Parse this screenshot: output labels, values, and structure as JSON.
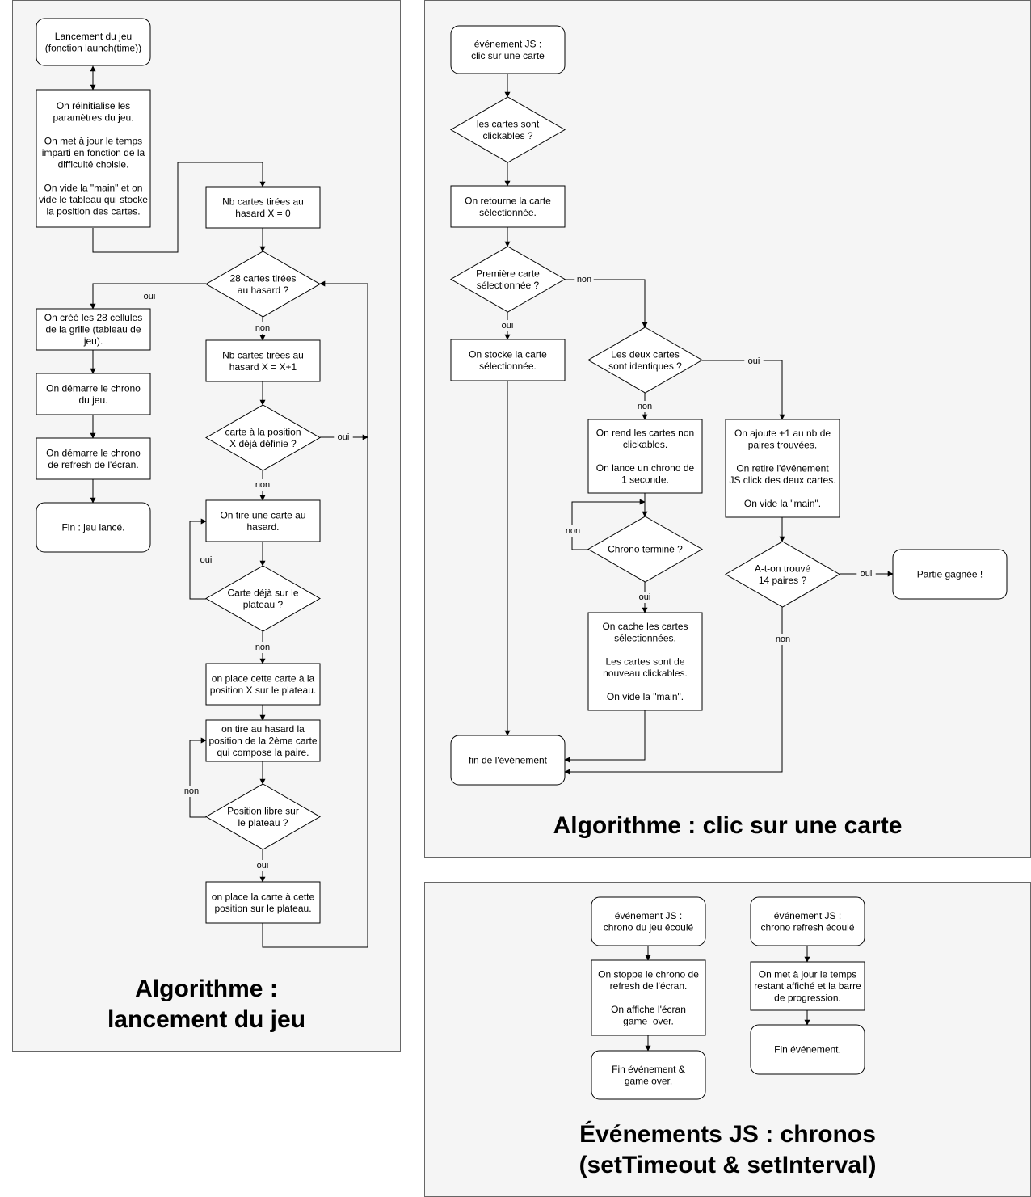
{
  "panels": {
    "launch": {
      "title": "Algorithme :\nlancement du jeu",
      "nodes": {
        "start": "Lancement du jeu\n(fonction launch(time))",
        "reinit": "On réinitialise les\nparamètres du jeu.\n\nOn met à jour le temps\nimparti en fonction de la\ndifficulté choisie.\n\nOn vide la \"main\" et on\nvide le tableau qui stocke\nla position des cartes.",
        "x0": "Nb cartes tirées au\nhasard X = 0",
        "d28": "28 cartes tirées\nau hasard ?",
        "create": "On créé les 28 cellules\nde la grille (tableau de\njeu).",
        "chrono": "On démarre le chrono\ndu jeu.",
        "refresh": "On démarre le chrono\nde refresh de l'écran.",
        "end": "Fin : jeu lancé.",
        "xinc": "Nb cartes tirées au\nhasard X = X+1",
        "dpos": "carte à la position\nX déjà définie ?",
        "draw": "On tire une carte au\nhasard.",
        "donboard": "Carte déjà sur le\nplateau ?",
        "place": "on place cette carte à la\nposition X sur le plateau.",
        "draw2": "on tire au hasard la\nposition de la 2ème carte\nqui compose la paire.",
        "dfree": "Position libre sur\nle plateau ?",
        "place2": "on place la carte à cette\nposition sur le plateau."
      },
      "labels": {
        "oui_create": "oui",
        "non_xinc": "non",
        "oui_dpos": "oui",
        "non_draw": "non",
        "oui_loop": "oui",
        "non_place": "non",
        "non_loop": "non",
        "oui_place2": "oui"
      }
    },
    "click": {
      "title": "Algorithme : clic sur une carte",
      "nodes": {
        "ev": "événement JS :\nclic sur une carte",
        "dclick": "les cartes sont\nclickables ?",
        "flip": "On retourne la carte\nsélectionnée.",
        "dfirst": "Première carte\nsélectionnée ?",
        "store": "On stocke la carte\nsélectionnée.",
        "dsame": "Les deux cartes\nsont identiques ?",
        "nonclick": "On rend les cartes non\nclickables.\n\nOn lance un chrono de\n1 seconde.",
        "addpair": "On ajoute +1 au nb de\npaires trouvées.\n\nOn retire l'événement\nJS click des deux cartes.\n\nOn vide la \"main\".",
        "dchrono": "Chrono terminé ?",
        "d14": "A-t-on trouvé\n14 paires ?",
        "win": "Partie gagnée !",
        "hide": "On cache les cartes\nsélectionnées.\n\nLes cartes sont de\nnouveau clickables.\n\nOn vide la \"main\".",
        "end": "fin de l'événement"
      },
      "labels": {
        "non_first": "non",
        "oui_first": "oui",
        "oui_same": "oui",
        "non_same": "non",
        "non_chrono": "non",
        "oui_chrono": "oui",
        "oui_14": "oui",
        "non_14": "non"
      }
    },
    "timers": {
      "title": "Événements JS : chronos\n(setTimeout & setInterval)",
      "nodes": {
        "ev1": "événement JS :\nchrono du jeu écoulé",
        "stop": "On stoppe le chrono de\nrefresh de l'écran.\n\nOn affiche l'écran\ngame_over.",
        "end1": "Fin événement &\ngame over.",
        "ev2": "événement JS :\nchrono refresh écoulé",
        "update": "On met à jour le temps\nrestant affiché et la barre\nde progression.",
        "end2": "Fin événement."
      }
    }
  }
}
